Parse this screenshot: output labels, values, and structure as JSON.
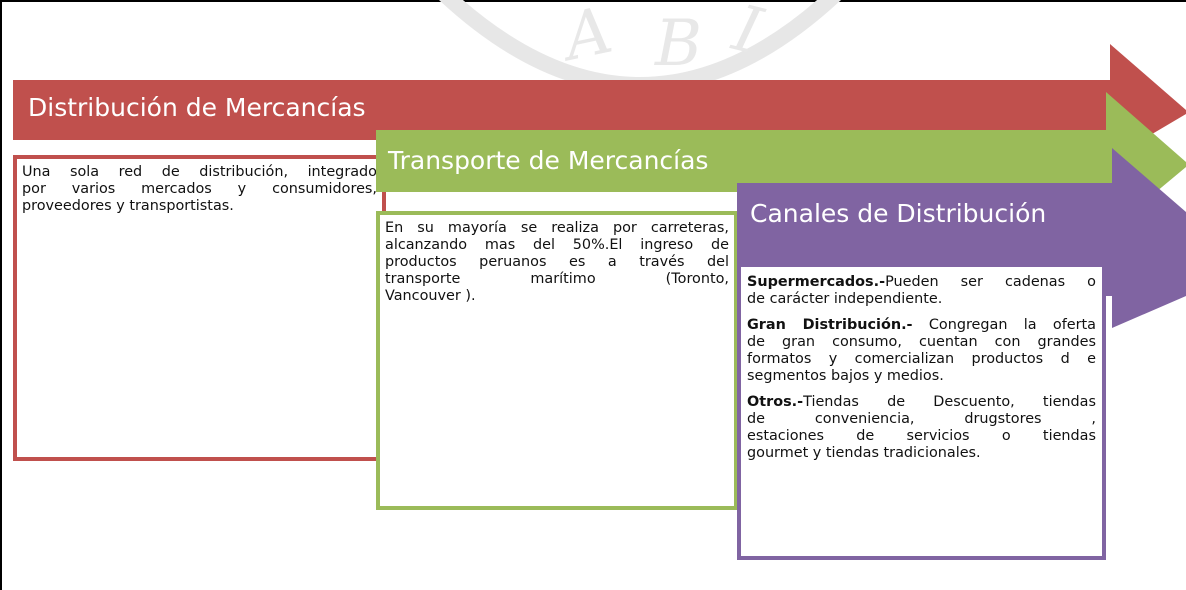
{
  "colors": {
    "red": "#c0504d",
    "green": "#9bbb59",
    "purple": "#8064a2",
    "watermark": "#e7e7e7"
  },
  "arrows": [
    {
      "title": "Distribución de Mercancías"
    },
    {
      "title": "Transporte de Mercancías"
    },
    {
      "title": "Canales de Distribución"
    }
  ],
  "boxes": {
    "red": {
      "lines": [
        "Una sola red de distribución, integrado",
        "por varios mercados y consumidores,",
        "proveedores y transportistas."
      ]
    },
    "green": {
      "lines": [
        "En su mayoría se realiza por carreteras,",
        "alcanzando mas del 50%.El ingreso de",
        "productos peruanos es a través del",
        "transporte marítimo (Toronto,",
        "Vancouver )."
      ]
    },
    "purple": {
      "supermercados": {
        "label": "Supermercados.-",
        "lines": [
          "Pueden ser cadenas o",
          "de carácter independiente."
        ]
      },
      "gran": {
        "label": "Gran Distribución.-",
        "lines": [
          " Congregan la oferta",
          "de gran consumo, cuentan con grandes",
          "formatos y comercializan productos d e",
          "segmentos bajos y medios."
        ]
      },
      "otros": {
        "label": "Otros.-",
        "lines": [
          "Tiendas de Descuento, tiendas",
          "de conveniencia, drugstores ,",
          "estaciones de servicios o tiendas",
          "gourmet y tiendas tradicionales."
        ]
      }
    }
  }
}
